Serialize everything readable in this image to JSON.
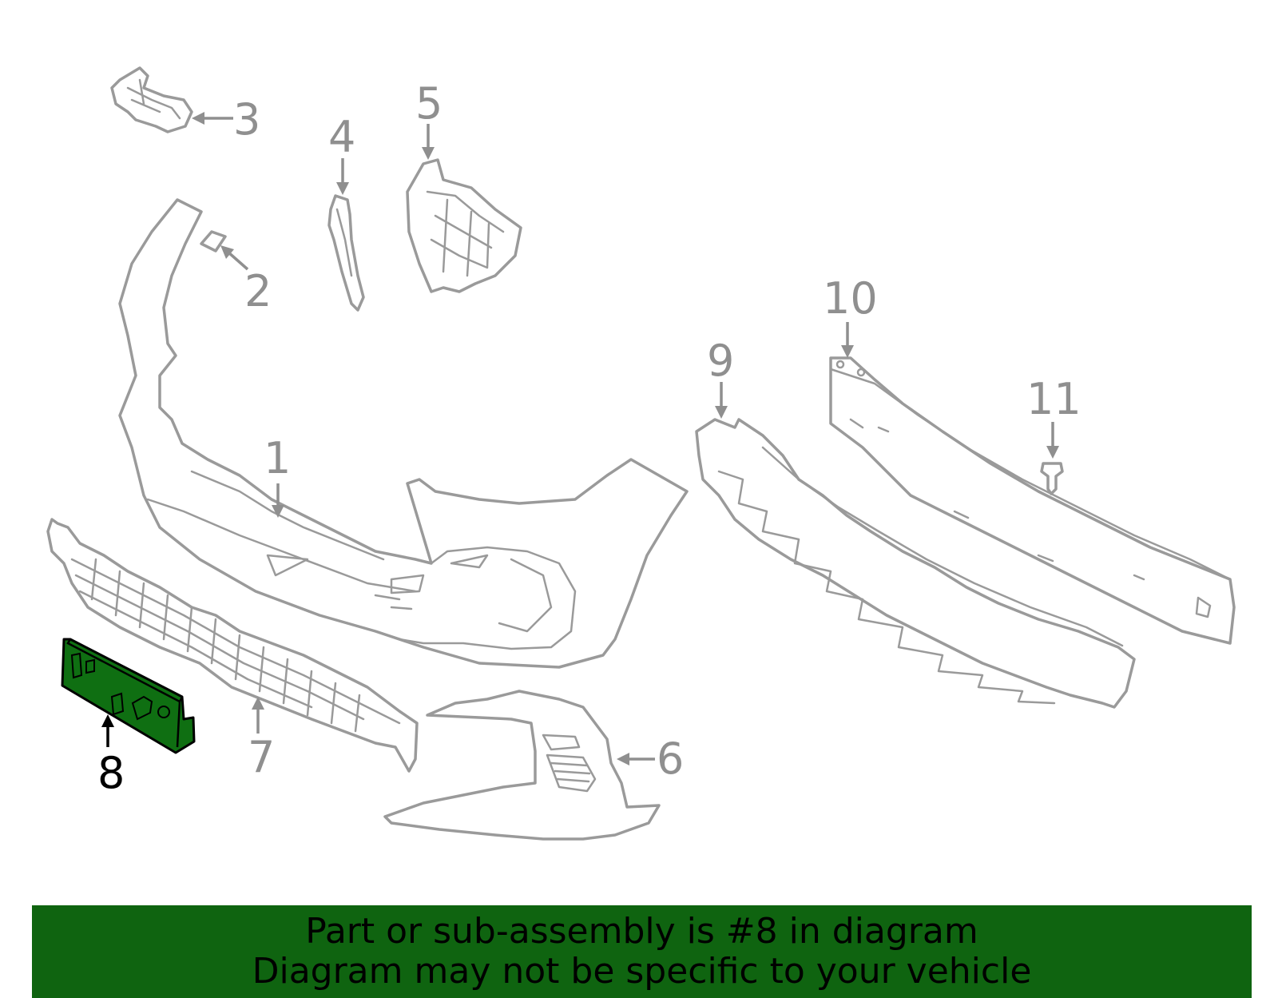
{
  "callouts": [
    {
      "id": "1",
      "label": "1"
    },
    {
      "id": "2",
      "label": "2"
    },
    {
      "id": "3",
      "label": "3"
    },
    {
      "id": "4",
      "label": "4"
    },
    {
      "id": "5",
      "label": "5"
    },
    {
      "id": "6",
      "label": "6"
    },
    {
      "id": "7",
      "label": "7"
    },
    {
      "id": "8",
      "label": "8"
    },
    {
      "id": "9",
      "label": "9"
    },
    {
      "id": "10",
      "label": "10"
    },
    {
      "id": "11",
      "label": "11"
    }
  ],
  "highlighted_part": "8",
  "colors": {
    "highlight_fill": "#0f6f12",
    "outline": "#9a9a9a",
    "banner": "#0f6410"
  },
  "banner": {
    "line1": "Part or sub-assembly is #8 in diagram",
    "line2": "Diagram may not be specific to your vehicle"
  }
}
